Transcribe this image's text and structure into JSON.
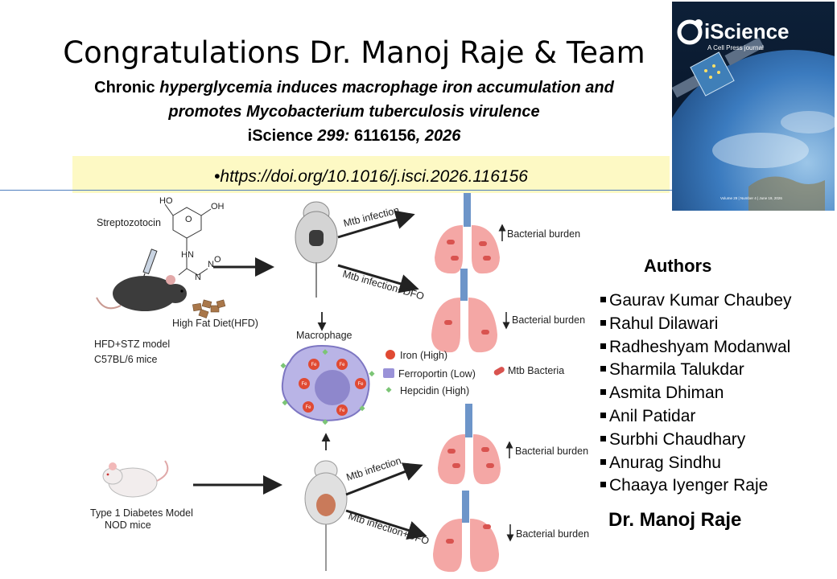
{
  "title": "Congratulations Dr. Manoj Raje & Team",
  "paper": {
    "line1_bold": "Chronic ",
    "line1_italic": "hyperglycemia induces macrophage iron accumulation and",
    "line2_italic": "promotes Mycobacterium tuberculosis virulence",
    "journal": "iScience ",
    "volume": "299:",
    "pages": " 6116156",
    "sep": ", ",
    "year": "2026",
    "doi": "•https://doi.org/10.1016/j.isci.2026.116156"
  },
  "cover": {
    "brand": "iScience",
    "tagline": "A Cell Press journal",
    "footer": "Volume 29 | Number 4 | June 19, 2026",
    "colors": {
      "space": "#0a1a33",
      "earth": "#2d6fb0",
      "accent": "#ffffff"
    }
  },
  "figure": {
    "streptozotocin": "Streptozotocin",
    "hfd": "High Fat Diet(HFD)",
    "model1_line1": "HFD+STZ model",
    "model1_line2": "C57BL/6 mice",
    "model2_line1": "Type 1 Diabetes Model",
    "model2_line2": "NOD mice",
    "macrophage": "Macrophage",
    "fe": "Fe",
    "mtb_infection": "Mtb infection",
    "mtb_infection_dfo": "Mtb infection+DFO",
    "bacterial_burden": "Bacterial burden",
    "legend": {
      "iron": "Iron (High)",
      "ferroportin": "Ferroportin (Low)",
      "hepcidin": "Hepcidin (High)",
      "mtb": "Mtb Bacteria"
    },
    "chem": {
      "ho": "HO",
      "oh": "OH",
      "o": "O",
      "hn": "HN",
      "n": "N",
      "no": "N",
      "o2": "O"
    },
    "colors": {
      "lung": "#f4a7a5",
      "trachea": "#6d95c9",
      "macrophage": "#b9b4e6",
      "nucleus": "#8e87cc",
      "iron": "#e04a33",
      "hepcidin": "#7cc576",
      "mouse_dark": "#3c3c3c"
    }
  },
  "authors_heading": "Authors",
  "authors": [
    "Gaurav Kumar Chaubey",
    "Rahul Dilawari",
    "Radheshyam Modanwal",
    "Sharmila Talukdar",
    "Asmita Dhiman",
    "Anil Patidar",
    "Surbhi Chaudhary",
    "Anurag Sindhu",
    "Chaaya Iyenger Raje"
  ],
  "pi": "Dr. Manoj Raje"
}
